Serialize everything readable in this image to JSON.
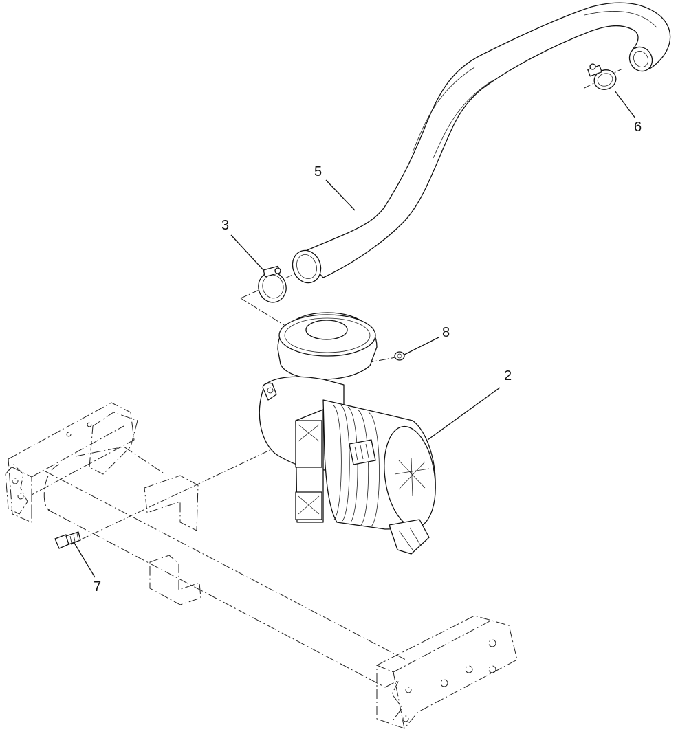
{
  "diagram": {
    "callouts": [
      {
        "id": "2",
        "label": "2"
      },
      {
        "id": "3",
        "label": "3"
      },
      {
        "id": "5",
        "label": "5"
      },
      {
        "id": "6",
        "label": "6"
      },
      {
        "id": "7",
        "label": "7"
      },
      {
        "id": "8",
        "label": "8"
      }
    ]
  }
}
